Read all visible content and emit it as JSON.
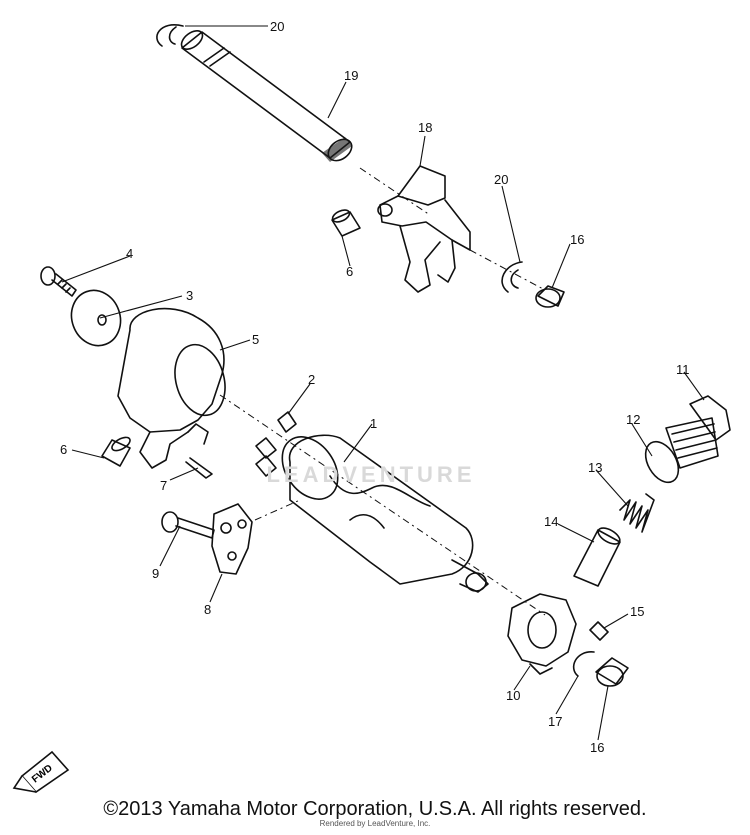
{
  "diagram": {
    "callouts": [
      "20",
      "19",
      "18",
      "20",
      "16",
      "6",
      "4",
      "3",
      "5",
      "2",
      "1",
      "11",
      "12",
      "13",
      "14",
      "6",
      "7",
      "9",
      "8",
      "15",
      "10",
      "17",
      "16"
    ],
    "fwd_label": "FWD"
  },
  "watermark": "LEADVENTURE",
  "footer": {
    "copyright": "©2013 Yamaha Motor Corporation, U.S.A. All rights reserved.",
    "rendered_note": "Rendered by LeadVenture, Inc."
  }
}
